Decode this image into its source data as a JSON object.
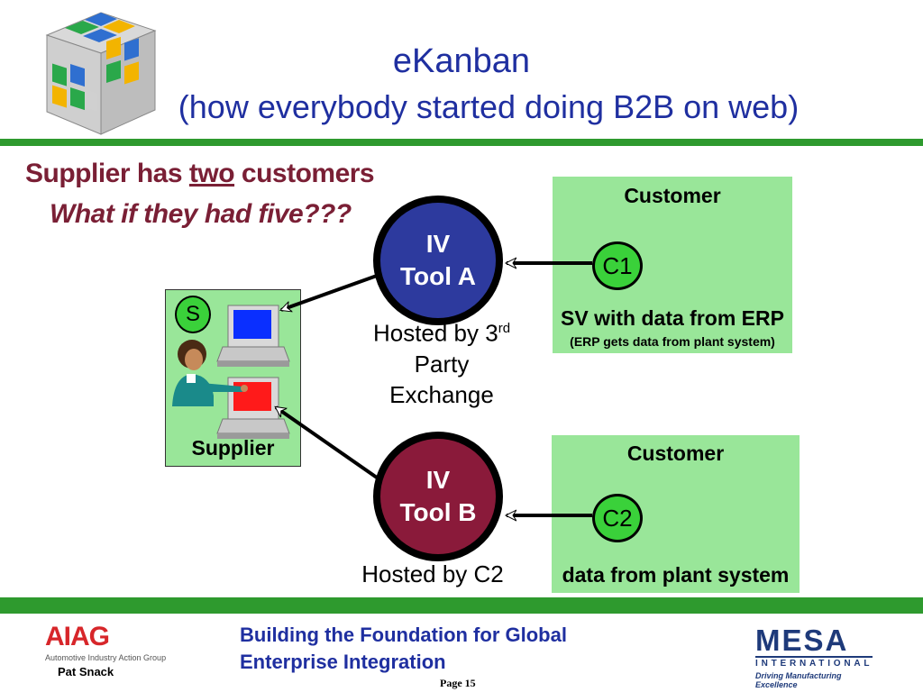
{
  "header": {
    "title_line1": "eKanban",
    "title_line2": "(how everybody started doing B2B on web)"
  },
  "question": {
    "line1_pre": "Supplier has ",
    "line1_emph": "two",
    "line1_post": " customers",
    "line2": "What if they had five???"
  },
  "tool_a": {
    "line1": "IV",
    "line2": "Tool A"
  },
  "tool_b": {
    "line1": "IV",
    "line2": "Tool B"
  },
  "host_a": {
    "line1_pre": "Hosted by 3",
    "line1_sup": "rd",
    "line2": "Party",
    "line3": "Exchange"
  },
  "host_b": {
    "text": "Hosted by C2"
  },
  "customer_a": {
    "title": "Customer",
    "badge": "C1",
    "line1": "SV with data from ERP",
    "line2": "(ERP gets data from plant system)"
  },
  "customer_b": {
    "title": "Customer",
    "badge": "C2",
    "line1": "data from plant system"
  },
  "supplier": {
    "badge": "S",
    "label": "Supplier"
  },
  "footer": {
    "aiag_name": "AIAG",
    "aiag_sub": "Automotive Industry Action Group",
    "presenter": "Pat Snack",
    "tagline_line1": "Building the Foundation for Global",
    "tagline_line2": "Enterprise Integration",
    "page": "Page 15",
    "mesa_name": "MESA",
    "mesa_intl": "INTERNATIONAL",
    "mesa_tag": "Driving Manufacturing Excellence"
  },
  "colors": {
    "title_blue": "#1f2fa0",
    "maroon": "#7a1f35",
    "green_bar": "#2e9a2e",
    "box_green": "#99e699",
    "badge_green": "#3ad13a",
    "tool_a_blue": "#2d3a9e",
    "tool_b_maroon": "#8a1a3a"
  }
}
